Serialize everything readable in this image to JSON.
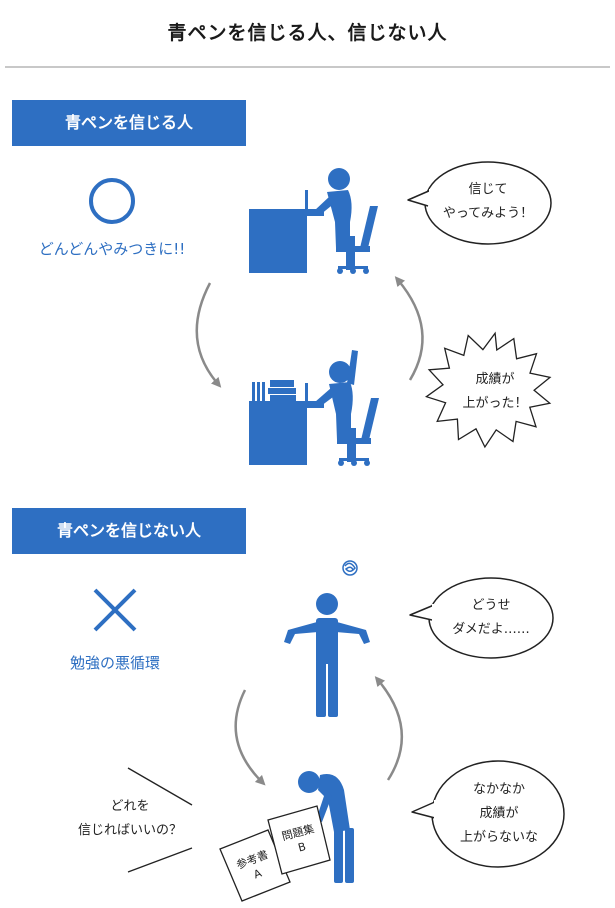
{
  "title": "青ペンを信じる人、信じない人",
  "believer": {
    "header": "青ペンを信じる人",
    "mark_caption": "どんどんやみつきに!!",
    "bubble_top": [
      "信じて",
      "やってみよう！"
    ],
    "bubble_bottom": [
      "成績が",
      "上がった！"
    ]
  },
  "non_believer": {
    "header": "青ペンを信じない人",
    "mark_caption": "勉強の悪循環",
    "bubble_top": [
      "どうせ",
      "ダメだよ……"
    ],
    "bubble_bottom": [
      "なかなか",
      "成績が",
      "上がらないな"
    ],
    "side_text": [
      "どれを",
      "信じればいいの？"
    ],
    "paper_left": [
      "参考書",
      "A"
    ],
    "paper_right": [
      "問題集",
      "B"
    ]
  },
  "colors": {
    "accent": "#2e6fc2",
    "arrow": "#8a8a8a"
  }
}
